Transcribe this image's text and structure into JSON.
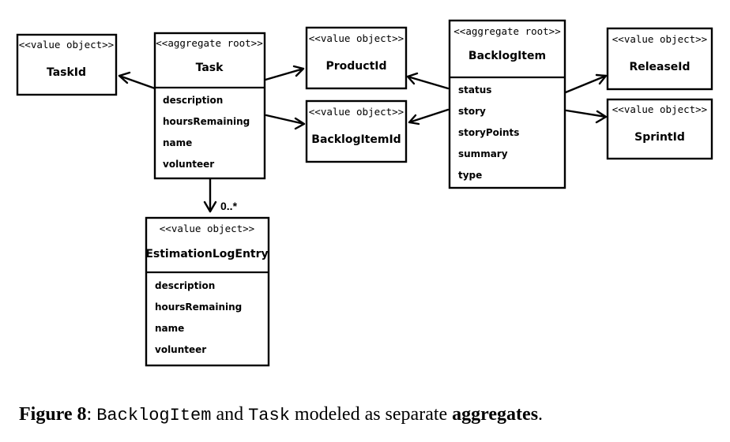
{
  "classes": {
    "taskid": {
      "stereotype": "<<value object>>",
      "name": "TaskId",
      "attributes": []
    },
    "task": {
      "stereotype": "<<aggregate root>>",
      "name": "Task",
      "attributes": [
        "description",
        "hoursRemaining",
        "name",
        "volunteer"
      ]
    },
    "productid": {
      "stereotype": "<<value object>>",
      "name": "ProductId",
      "attributes": []
    },
    "backlogitemid": {
      "stereotype": "<<value object>>",
      "name": "BacklogItemId",
      "attributes": []
    },
    "backlogitem": {
      "stereotype": "<<aggregate root>>",
      "name": "BacklogItem",
      "attributes": [
        "status",
        "story",
        "storyPoints",
        "summary",
        "type"
      ]
    },
    "releaseid": {
      "stereotype": "<<value object>>",
      "name": "ReleaseId",
      "attributes": []
    },
    "sprintid": {
      "stereotype": "<<value object>>",
      "name": "SprintId",
      "attributes": []
    },
    "estimationlogentry": {
      "stereotype": "<<value object>>",
      "name": "EstimationLogEntry",
      "attributes": [
        "description",
        "hoursRemaining",
        "name",
        "volunteer"
      ]
    }
  },
  "associations": [
    {
      "from": "task",
      "to": "taskid",
      "multiplicity": ""
    },
    {
      "from": "task",
      "to": "productid",
      "multiplicity": ""
    },
    {
      "from": "task",
      "to": "backlogitemid",
      "multiplicity": ""
    },
    {
      "from": "task",
      "to": "estimationlogentry",
      "multiplicity": "0..*"
    },
    {
      "from": "backlogitem",
      "to": "productid",
      "multiplicity": ""
    },
    {
      "from": "backlogitem",
      "to": "backlogitemid",
      "multiplicity": ""
    },
    {
      "from": "backlogitem",
      "to": "releaseid",
      "multiplicity": ""
    },
    {
      "from": "backlogitem",
      "to": "sprintid",
      "multiplicity": ""
    }
  ],
  "caption": {
    "label": "Figure 8",
    "separator": ": ",
    "term1": "BacklogItem",
    "and": " and ",
    "term2": "Task",
    "middle": " modeled as separate ",
    "emphasis": "aggregates",
    "end": "."
  }
}
